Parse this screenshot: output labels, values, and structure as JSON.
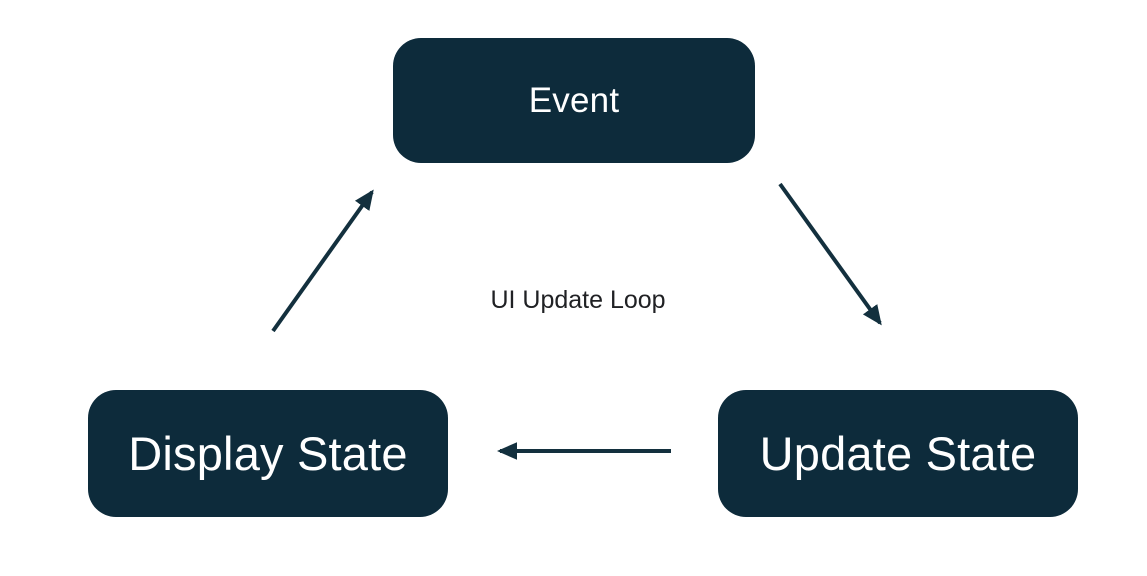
{
  "diagram": {
    "center_label": "UI Update Loop",
    "colors": {
      "node_fill": "#0d2b3b",
      "node_text": "#ffffff",
      "arrow_color": "#13303e",
      "label_color": "#202124",
      "background": "#ffffff"
    },
    "nodes": [
      {
        "id": "event",
        "label": "Event"
      },
      {
        "id": "display-state",
        "label": "Display State"
      },
      {
        "id": "update-state",
        "label": "Update State"
      }
    ],
    "arrows": [
      {
        "name": "display-state-to-event",
        "from": "display-state",
        "to": "event"
      },
      {
        "name": "event-to-update-state",
        "from": "event",
        "to": "update-state"
      },
      {
        "name": "update-state-to-display-state",
        "from": "update-state",
        "to": "display-state"
      }
    ]
  }
}
